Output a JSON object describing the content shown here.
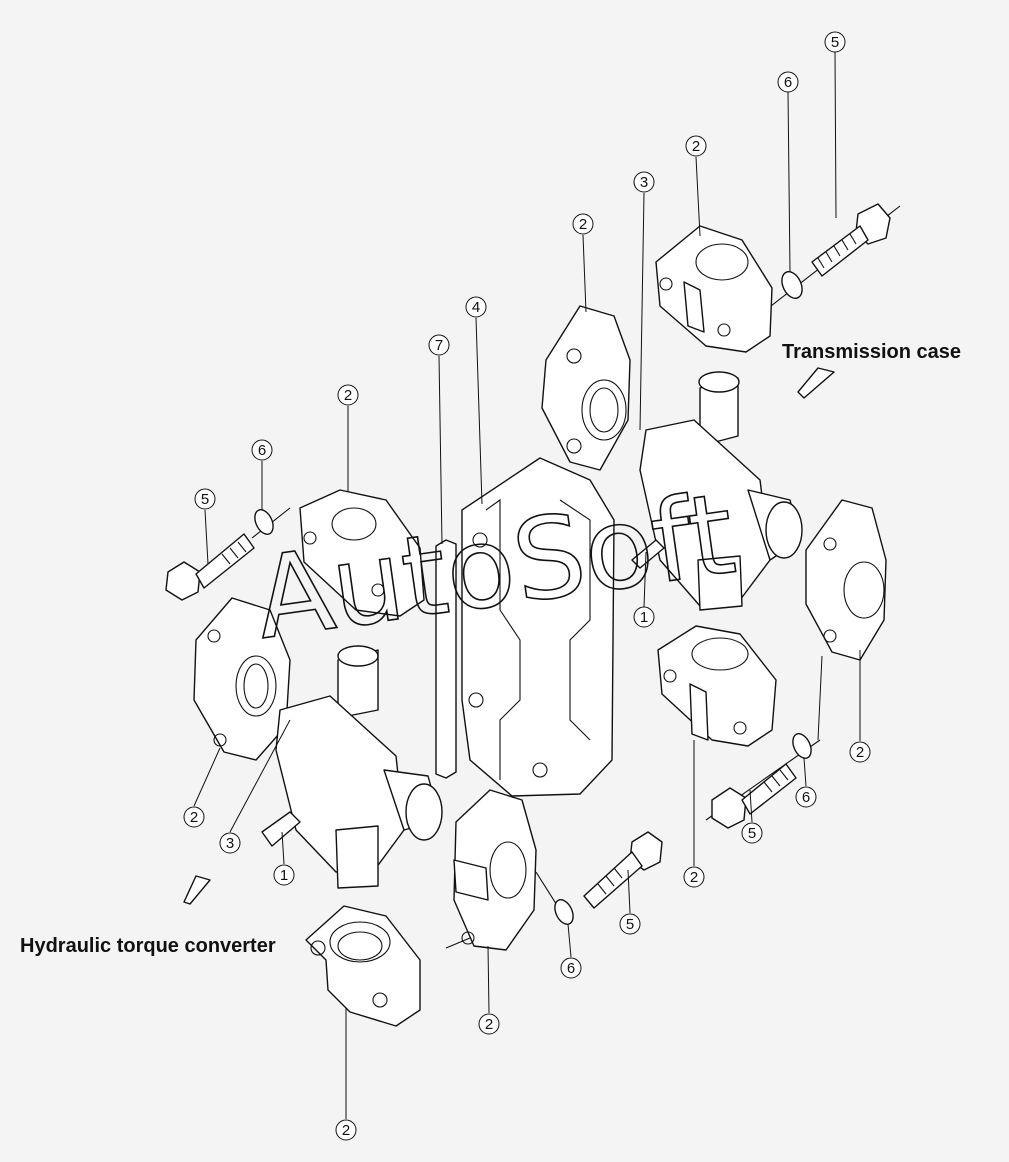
{
  "labels": {
    "transmission_case": "Transmission case",
    "hydraulic_torque_converter": "Hydraulic torque converter"
  },
  "watermark": "AutoSoft",
  "callouts": [
    {
      "id": "c5a",
      "num": "5"
    },
    {
      "id": "c6a",
      "num": "6"
    },
    {
      "id": "c2a",
      "num": "2"
    },
    {
      "id": "c3a",
      "num": "3"
    },
    {
      "id": "c2b",
      "num": "2"
    },
    {
      "id": "c4a",
      "num": "4"
    },
    {
      "id": "c7a",
      "num": "7"
    },
    {
      "id": "c2c",
      "num": "2"
    },
    {
      "id": "c6b",
      "num": "6"
    },
    {
      "id": "c5b",
      "num": "5"
    },
    {
      "id": "c1a",
      "num": "1"
    },
    {
      "id": "c2d",
      "num": "2"
    },
    {
      "id": "c6c",
      "num": "6"
    },
    {
      "id": "c5c",
      "num": "5"
    },
    {
      "id": "c2e",
      "num": "2"
    },
    {
      "id": "c3b",
      "num": "3"
    },
    {
      "id": "c1b",
      "num": "1"
    },
    {
      "id": "c2f",
      "num": "2"
    },
    {
      "id": "c5d",
      "num": "5"
    },
    {
      "id": "c6d",
      "num": "6"
    },
    {
      "id": "c2g",
      "num": "2"
    },
    {
      "id": "c2h",
      "num": "2"
    }
  ]
}
